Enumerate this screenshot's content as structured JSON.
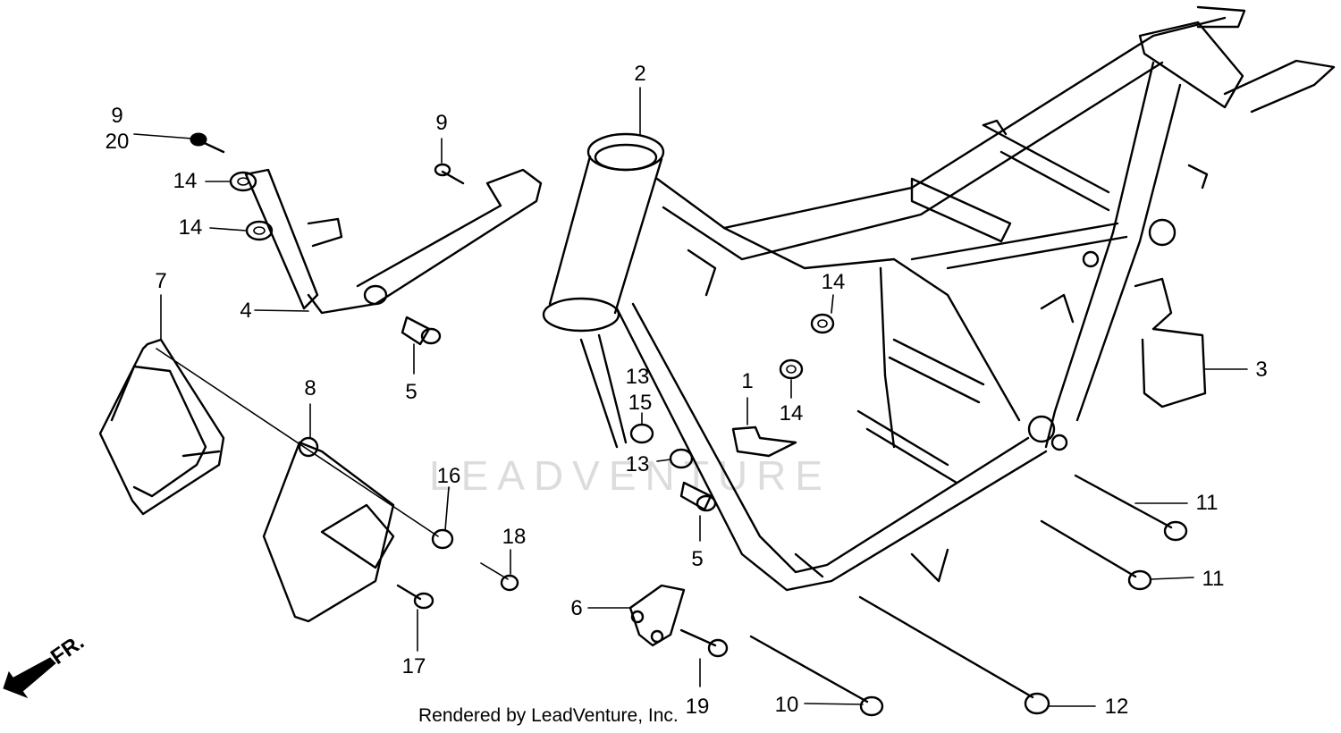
{
  "callouts": [
    {
      "id": "c1",
      "text": "1"
    },
    {
      "id": "c2",
      "text": "2"
    },
    {
      "id": "c3",
      "text": "3"
    },
    {
      "id": "c4",
      "text": "4"
    },
    {
      "id": "c5a",
      "text": "5"
    },
    {
      "id": "c5b",
      "text": "5"
    },
    {
      "id": "c6",
      "text": "6"
    },
    {
      "id": "c7",
      "text": "7"
    },
    {
      "id": "c8",
      "text": "8"
    },
    {
      "id": "c9a",
      "text": "9"
    },
    {
      "id": "c9b",
      "text": "9"
    },
    {
      "id": "c10",
      "text": "10"
    },
    {
      "id": "c11a",
      "text": "11"
    },
    {
      "id": "c11b",
      "text": "11"
    },
    {
      "id": "c12",
      "text": "12"
    },
    {
      "id": "c13a",
      "text": "13"
    },
    {
      "id": "c13b",
      "text": "13"
    },
    {
      "id": "c14a",
      "text": "14"
    },
    {
      "id": "c14b",
      "text": "14"
    },
    {
      "id": "c14c",
      "text": "14"
    },
    {
      "id": "c14d",
      "text": "14"
    },
    {
      "id": "c15",
      "text": "15"
    },
    {
      "id": "c16",
      "text": "16"
    },
    {
      "id": "c17",
      "text": "17"
    },
    {
      "id": "c18",
      "text": "18"
    },
    {
      "id": "c19",
      "text": "19"
    },
    {
      "id": "c20",
      "text": "20"
    }
  ],
  "direction_label": "FR.",
  "watermark": "LEADVENTURE",
  "credit": "Rendered by LeadVenture, Inc."
}
